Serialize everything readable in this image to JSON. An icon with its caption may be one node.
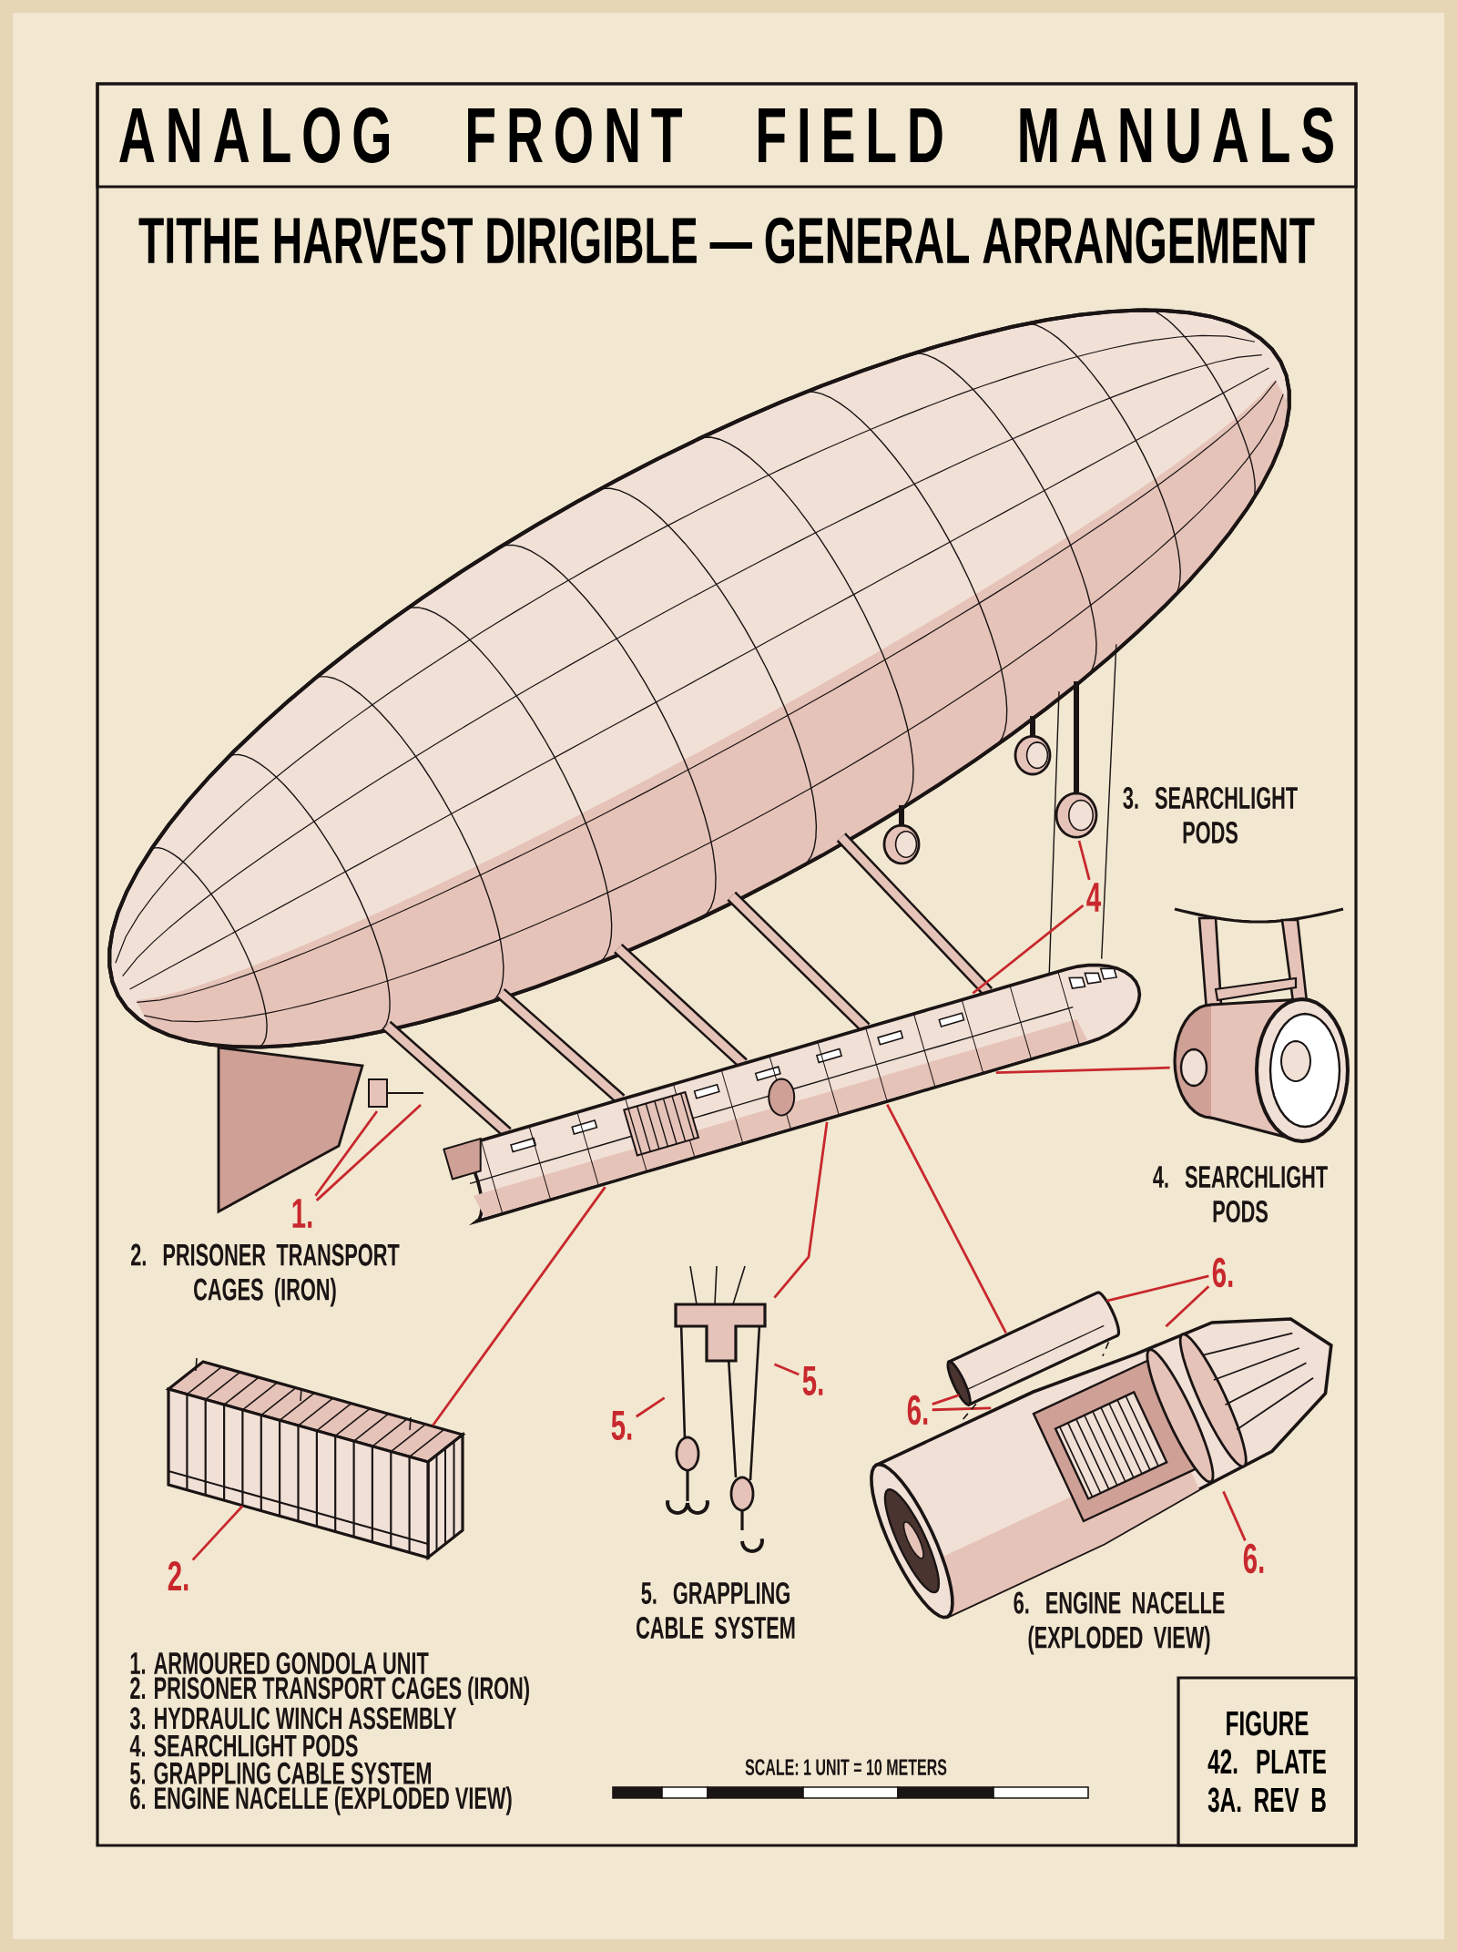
{
  "diagram": {
    "title": "TITHE HARVEST DIRIGIBLE — GENERAL ARRANGEMENT",
    "nodes": [
      {
        "text": [
          "ANALOG FRONT FIELD MANUALS"
        ]
      },
      {
        "text": [],
        "shape": "picture"
      },
      {
        "text": [
          "1."
        ]
      },
      {
        "text": [],
        "shape": "picture"
      },
      {
        "text": [
          "2."
        ]
      },
      {
        "text": [],
        "shape": "picture",
        "beside": [
          "5. GRAPPLING CABLE SYSTEM"
        ]
      },
      {
        "text": [
          "5."
        ]
      },
      {
        "text": [
          "5."
        ]
      },
      {
        "text": [],
        "shape": "picture"
      },
      {
        "text": [
          "4"
        ]
      },
      {
        "text": [],
        "shape": "picture"
      },
      {
        "text": [],
        "shape": "picture",
        "beside": [
          "6. ENGINE NACELLE (EXPLODED VIEW)"
        ]
      },
      {
        "text": [
          "6."
        ]
      },
      {
        "text": [
          "6."
        ]
      },
      {
        "text": [
          "6."
        ]
      },
      {
        "text": [
          "FIGURE 42. PLATE 3A. REV B"
        ]
      }
    ],
    "edges": [
      {
        "from": 2,
        "to": null,
        "arrow": "none"
      },
      {
        "from": 2,
        "to": null,
        "arrow": "none"
      },
      {
        "from": 1,
        "to": 3,
        "arrow": "none"
      },
      {
        "from": 4,
        "to": 3,
        "arrow": "none"
      },
      {
        "from": 1,
        "to": 5,
        "arrow": "none"
      },
      {
        "from": 6,
        "to": 5,
        "arrow": "none"
      },
      {
        "from": 7,
        "to": 5,
        "arrow": "none"
      },
      {
        "from": 9,
        "to": null,
        "arrow": "none"
      },
      {
        "from": 9,
        "to": 1,
        "arrow": "none"
      },
      {
        "from": 1,
        "to": 8,
        "arrow": "none"
      },
      {
        "from": 1,
        "to": 10,
        "arrow": "none"
      },
      {
        "from": 12,
        "to": 10,
        "arrow": "none"
      },
      {
        "from": 12,
        "to": 11,
        "arrow": "none"
      },
      {
        "from": 13,
        "to": 10,
        "arrow": "none"
      },
      {
        "from": 13,
        "to": 11,
        "arrow": "none"
      },
      {
        "from": 14,
        "to": 11,
        "arrow": "none"
      },
      {
        "from": 10,
        "to": 11,
        "arrow": "none",
        "style": "dashed",
        "color": "#1a1414"
      },
      {
        "from": 10,
        "to": 11,
        "arrow": "none",
        "style": "dashed",
        "color": "#1a1414"
      }
    ],
    "labels": [
      "3. SEARCHLIGHT PODS",
      "4. SEARCHLIGHT PODS",
      "2. PRISONER TRANSPORT CAGES (IRON)",
      "1. ARMOURED GONDOLA UNIT",
      "2. PRISONER TRANSPORT CAGES (IRON)",
      "3. HYDRAULIC WINCH ASSEMBLY",
      "4. SEARCHLIGHT PODS",
      "5. GRAPPLING CABLE SYSTEM",
      "6. ENGINE NACELLE (EXPLODED VIEW)",
      "SCALE: 1 UNIT = 10 METERS"
    ]
  }
}
